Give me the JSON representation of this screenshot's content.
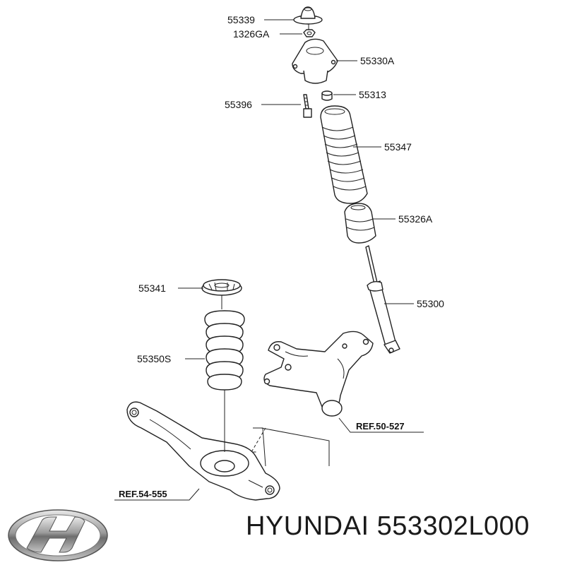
{
  "parts": {
    "p55339": "55339",
    "p1326GA": "1326GA",
    "p55330A": "55330A",
    "p55313": "55313",
    "p55396": "55396",
    "p55347": "55347",
    "p55326A": "55326A",
    "p55341": "55341",
    "p55300": "55300",
    "p55350S": "55350S"
  },
  "refs": {
    "ref_50_527": "REF.50-527",
    "ref_54_555": "REF.54-555"
  },
  "caption": {
    "brand": "HYUNDAI",
    "part_number": "553302L000"
  },
  "logo": {
    "icon": "hyundai-logo-icon"
  }
}
